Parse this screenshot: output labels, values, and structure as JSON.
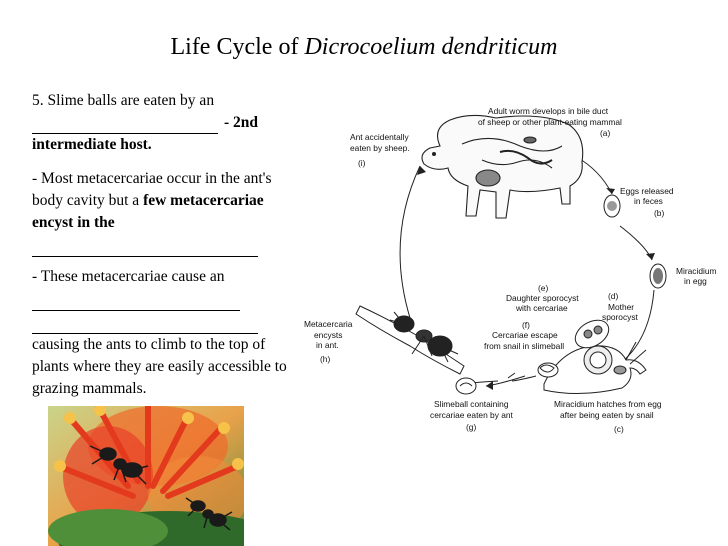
{
  "slide": {
    "title_plain": "Life Cycle of",
    "title_italic": "Dicrocoelium dendriticum"
  },
  "text": {
    "p1_a": "5.  Slime balls are eaten by an",
    "p1_b": "- 2nd",
    "p1_c": "intermediate host.",
    "p2_a": "- Most metacercariae occur in the ant's body cavity but a",
    "p2_b": "few metacercariae encyst in the",
    "p3_a": " - These metacercariae cause  an",
    "p3_b": "causing the ants to climb to the top of plants where they are easily accessible to grazing mammals."
  },
  "diagram": {
    "labels": {
      "adult_1": "Adult worm develops in bile duct",
      "adult_2": "of sheep or other plant-eating mammal",
      "tag_a": "(a)",
      "ant_1": "Ant accidentally",
      "ant_2": "eaten by sheep.",
      "tag_i": "(i)",
      "eggs_1": "Eggs released",
      "eggs_2": "in feces",
      "tag_b": "(b)",
      "mira_1": "Miracidium",
      "mira_2": "in egg",
      "tag_e": "(e)",
      "dspor_1": "Daughter sporocyst",
      "dspor_2": "with cercariae",
      "tag_d": "(d)",
      "mspor_1": "Mother",
      "mspor_2": "sporocyst",
      "tag_f": "(f)",
      "cerc_1": "Cercariae escape",
      "cerc_2": "from snail in slimeball",
      "meta_1": "Metacercaria",
      "meta_2": "encysts",
      "meta_3": "in ant.",
      "tag_h": "(h)",
      "slime_1": "Slimeball containing",
      "slime_2": "cercariae eaten by ant",
      "tag_g": "(g)",
      "hatch_1": "Miracidium hatches from egg",
      "hatch_2": "after being eaten by snail",
      "tag_c": "(c)"
    }
  }
}
